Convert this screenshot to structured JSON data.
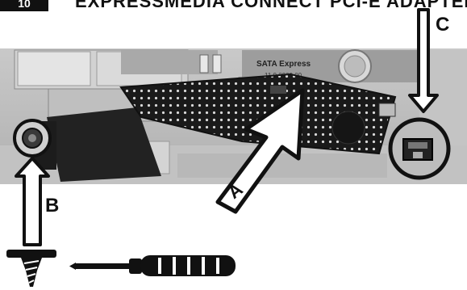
{
  "header": {
    "step_number": "10",
    "title": "EXPRESSMEDIA CONNECT PCI-E ADAPTER"
  },
  "photo": {
    "card_printed_text": "SATA Express",
    "card_printed_subtext": "11 0 0000 00"
  },
  "callouts": {
    "a": "A",
    "b": "B",
    "c": "C"
  },
  "colors": {
    "ink": "#111111",
    "photo_light": "#bdbdbd",
    "photo_dark": "#2a2a2a"
  },
  "icons": [
    "screw-icon",
    "screwdriver-icon"
  ]
}
